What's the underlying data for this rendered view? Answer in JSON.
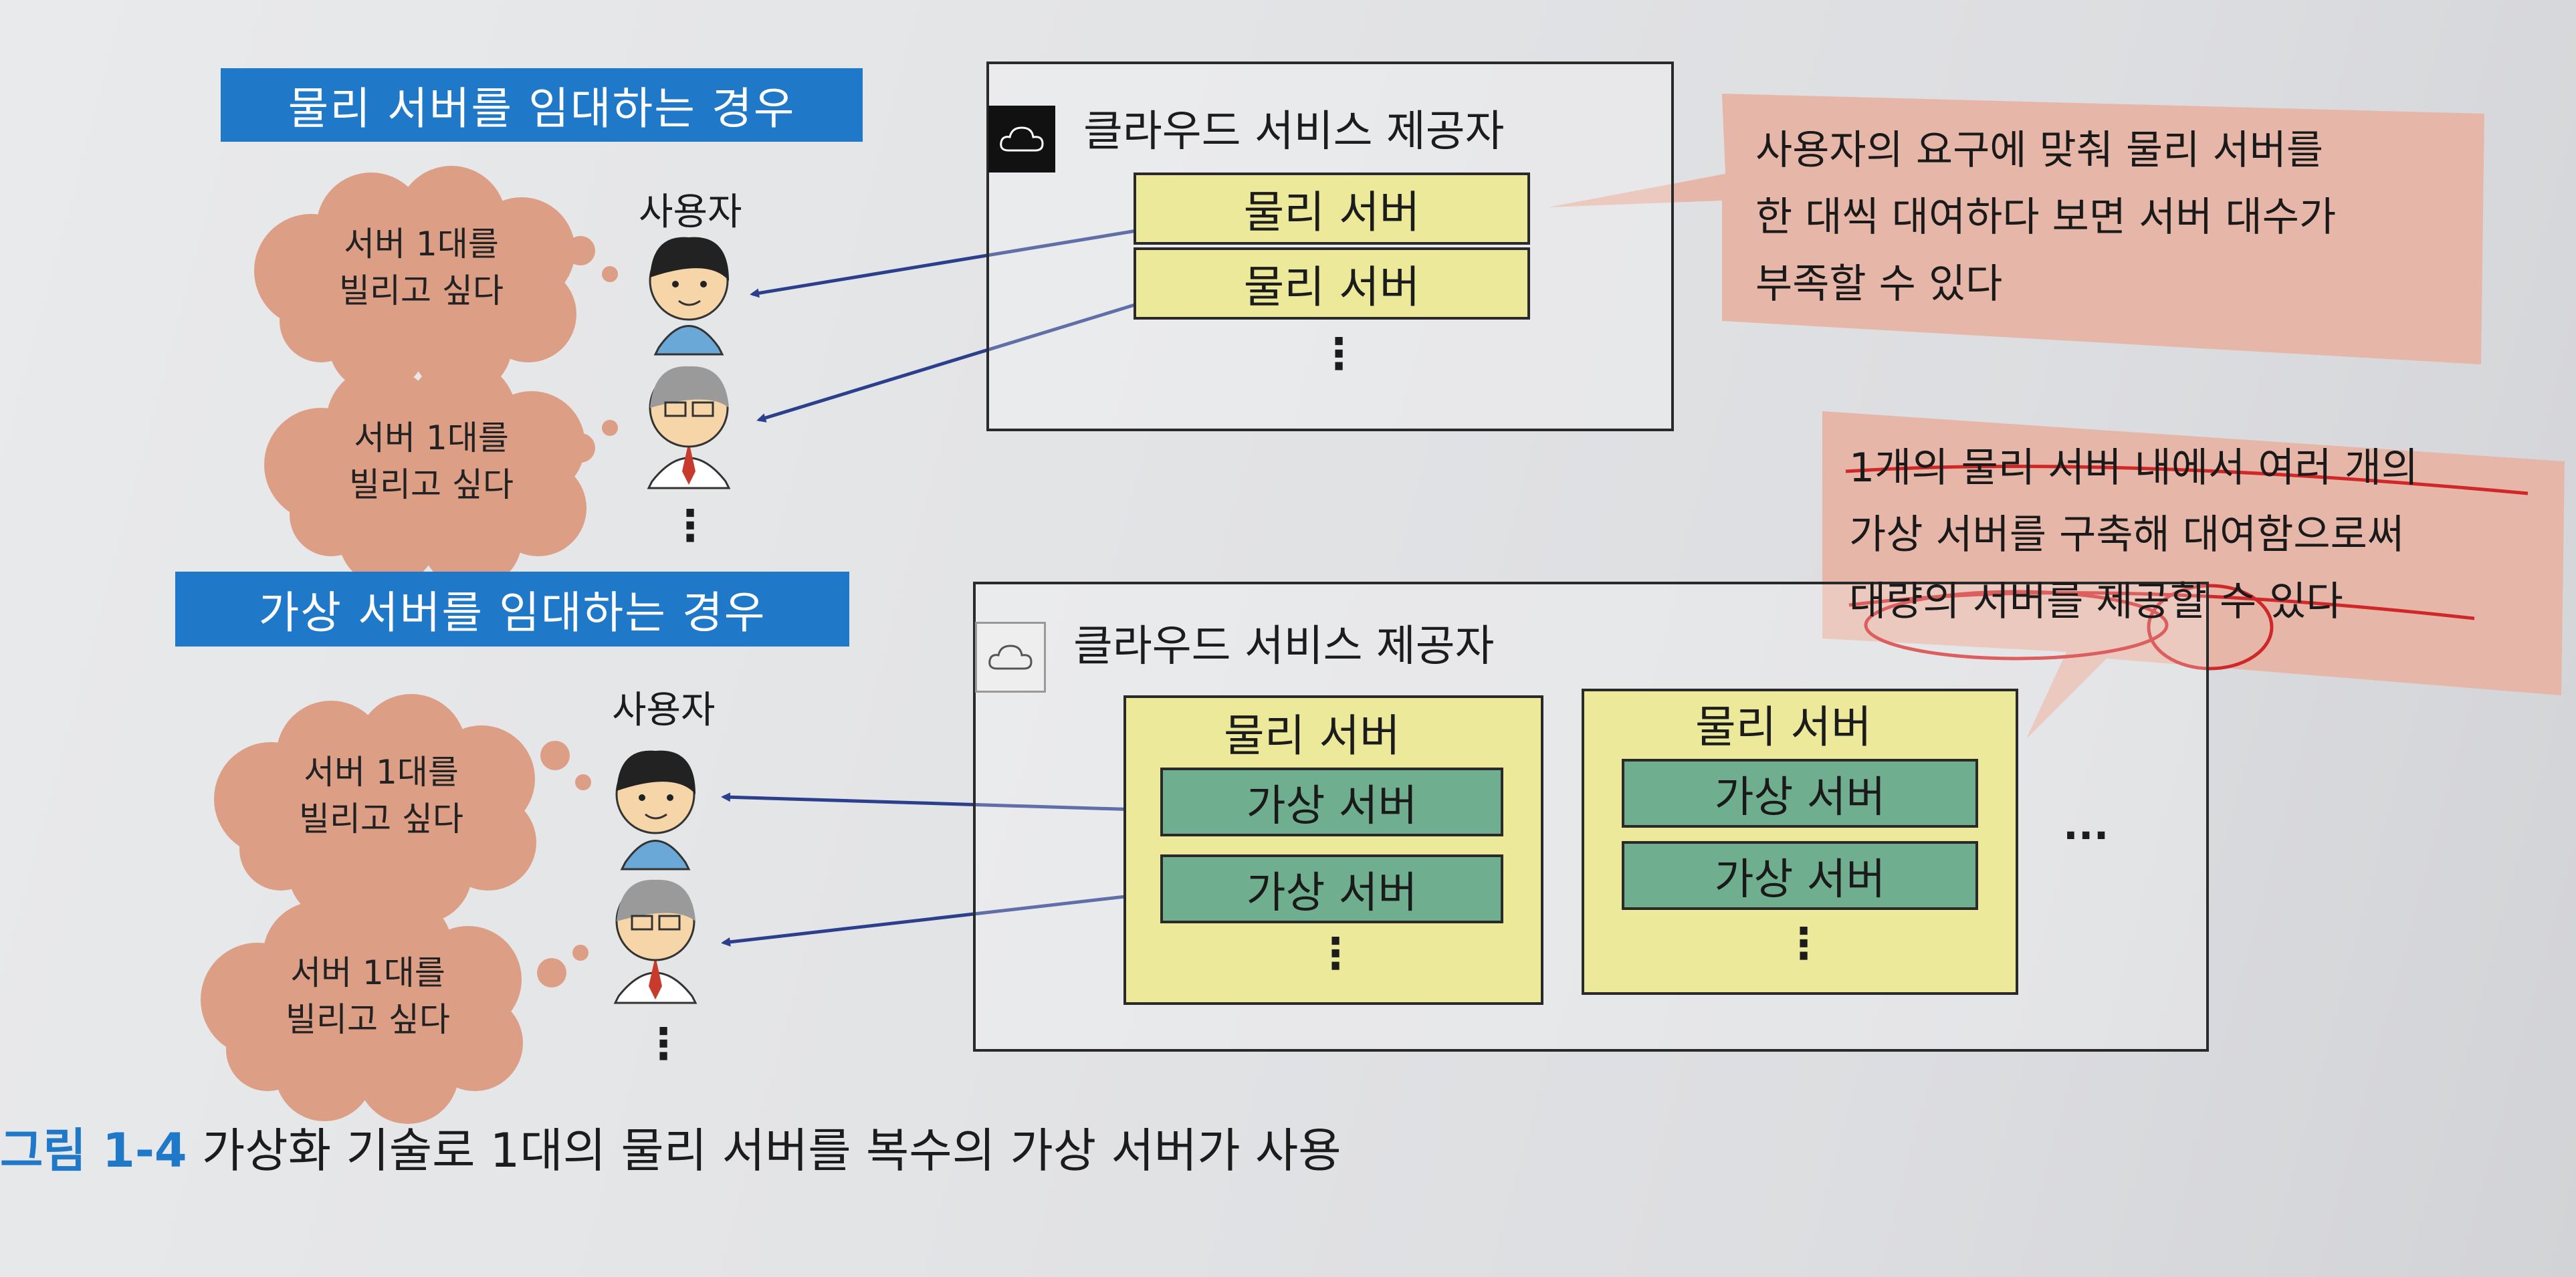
{
  "caption": {
    "figure_number": "그림 1-4",
    "text": "가상화 기술로 1대의 물리 서버를 복수의 가상 서버가 사용"
  },
  "top": {
    "banner": "물리 서버를 임대하는 경우",
    "user_label": "사용자",
    "thought_line1": "서버 1대를",
    "thought_line2": "빌리고 싶다",
    "more_users": "⋮",
    "provider_title": "클라우드 서비스 제공자",
    "physical_servers": [
      "물리 서버",
      "물리 서버"
    ],
    "more_servers": "⋮",
    "callout": [
      "사용자의 요구에 맞춰 물리 서버를",
      "한 대씩 대여하다 보면 서버 대수가",
      "부족할 수 있다"
    ]
  },
  "bottom": {
    "banner": "가상 서버를 임대하는 경우",
    "user_label": "사용자",
    "thought_line1": "서버 1대를",
    "thought_line2": "빌리고 싶다",
    "more_users": "⋮",
    "provider_title": "클라우드 서비스 제공자",
    "physical_server_label": "물리 서버",
    "virtual_server_label": "가상 서버",
    "more_virtual": "⋮",
    "more_physical": "...",
    "callout": [
      "1개의 물리 서버 내에서 여러 개의",
      "가상 서버를 구축해 대여함으로써",
      "대량의 서버를 제공할 수 있다"
    ]
  },
  "colors": {
    "banner": "#1f78c8",
    "thought_cloud": "#dd9e86",
    "callout": "#e6b7a8",
    "physical_server": "#ecea9a",
    "virtual_server": "#6fae8e",
    "arrow": "#2c3f8c",
    "annotation": "#d02828"
  }
}
